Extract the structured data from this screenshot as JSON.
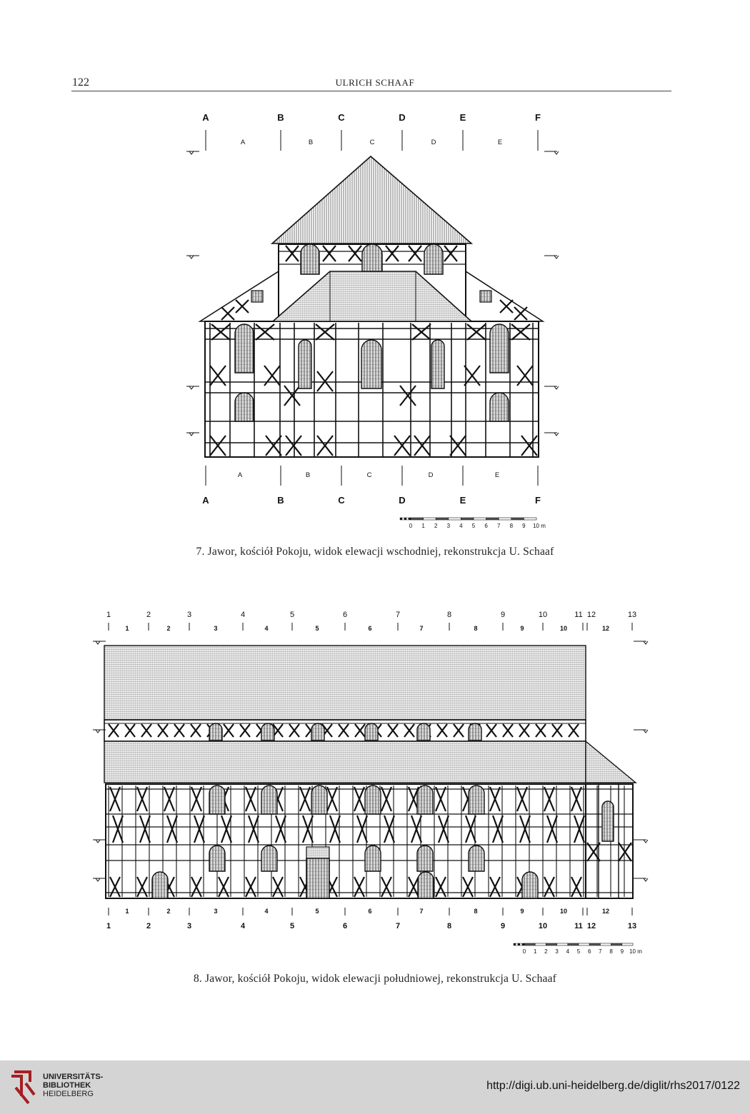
{
  "header": {
    "page_number": "122",
    "running_head": "ULRICH SCHAAF"
  },
  "figures": [
    {
      "caption": "7. Jawor, kościół Pokoju, widok elewacji wschodniej, rekonstrukcja U. Schaaf",
      "axis_lines": [
        "A",
        "B",
        "C",
        "D",
        "E",
        "F"
      ],
      "bays": [
        "A",
        "B",
        "C",
        "D",
        "E"
      ],
      "scale_labels": [
        "0",
        "1",
        "2",
        "3",
        "4",
        "5",
        "6",
        "7",
        "8",
        "9",
        "10 m"
      ]
    },
    {
      "caption": "8. Jawor, kościół Pokoju, widok elewacji południowej, rekonstrukcja U. Schaaf",
      "axis_lines": [
        "1",
        "2",
        "3",
        "4",
        "5",
        "6",
        "7",
        "8",
        "9",
        "10",
        "11",
        "12",
        "13"
      ],
      "bays": [
        "1",
        "2",
        "3",
        "4",
        "5",
        "6",
        "7",
        "8",
        "9",
        "10",
        "12"
      ],
      "scale_labels": [
        "0",
        "1",
        "2",
        "3",
        "4",
        "5",
        "6",
        "7",
        "8",
        "9",
        "10 m"
      ]
    }
  ],
  "footer": {
    "institution": [
      "UNIVERSITÄTS-",
      "BIBLIOTHEK",
      "HEIDELBERG"
    ],
    "url": "http://digi.ub.uni-heidelberg.de/diglit/rhs2017/0122",
    "brand_color": "#a51e22",
    "icon": "ub-heidelberg-logo"
  }
}
